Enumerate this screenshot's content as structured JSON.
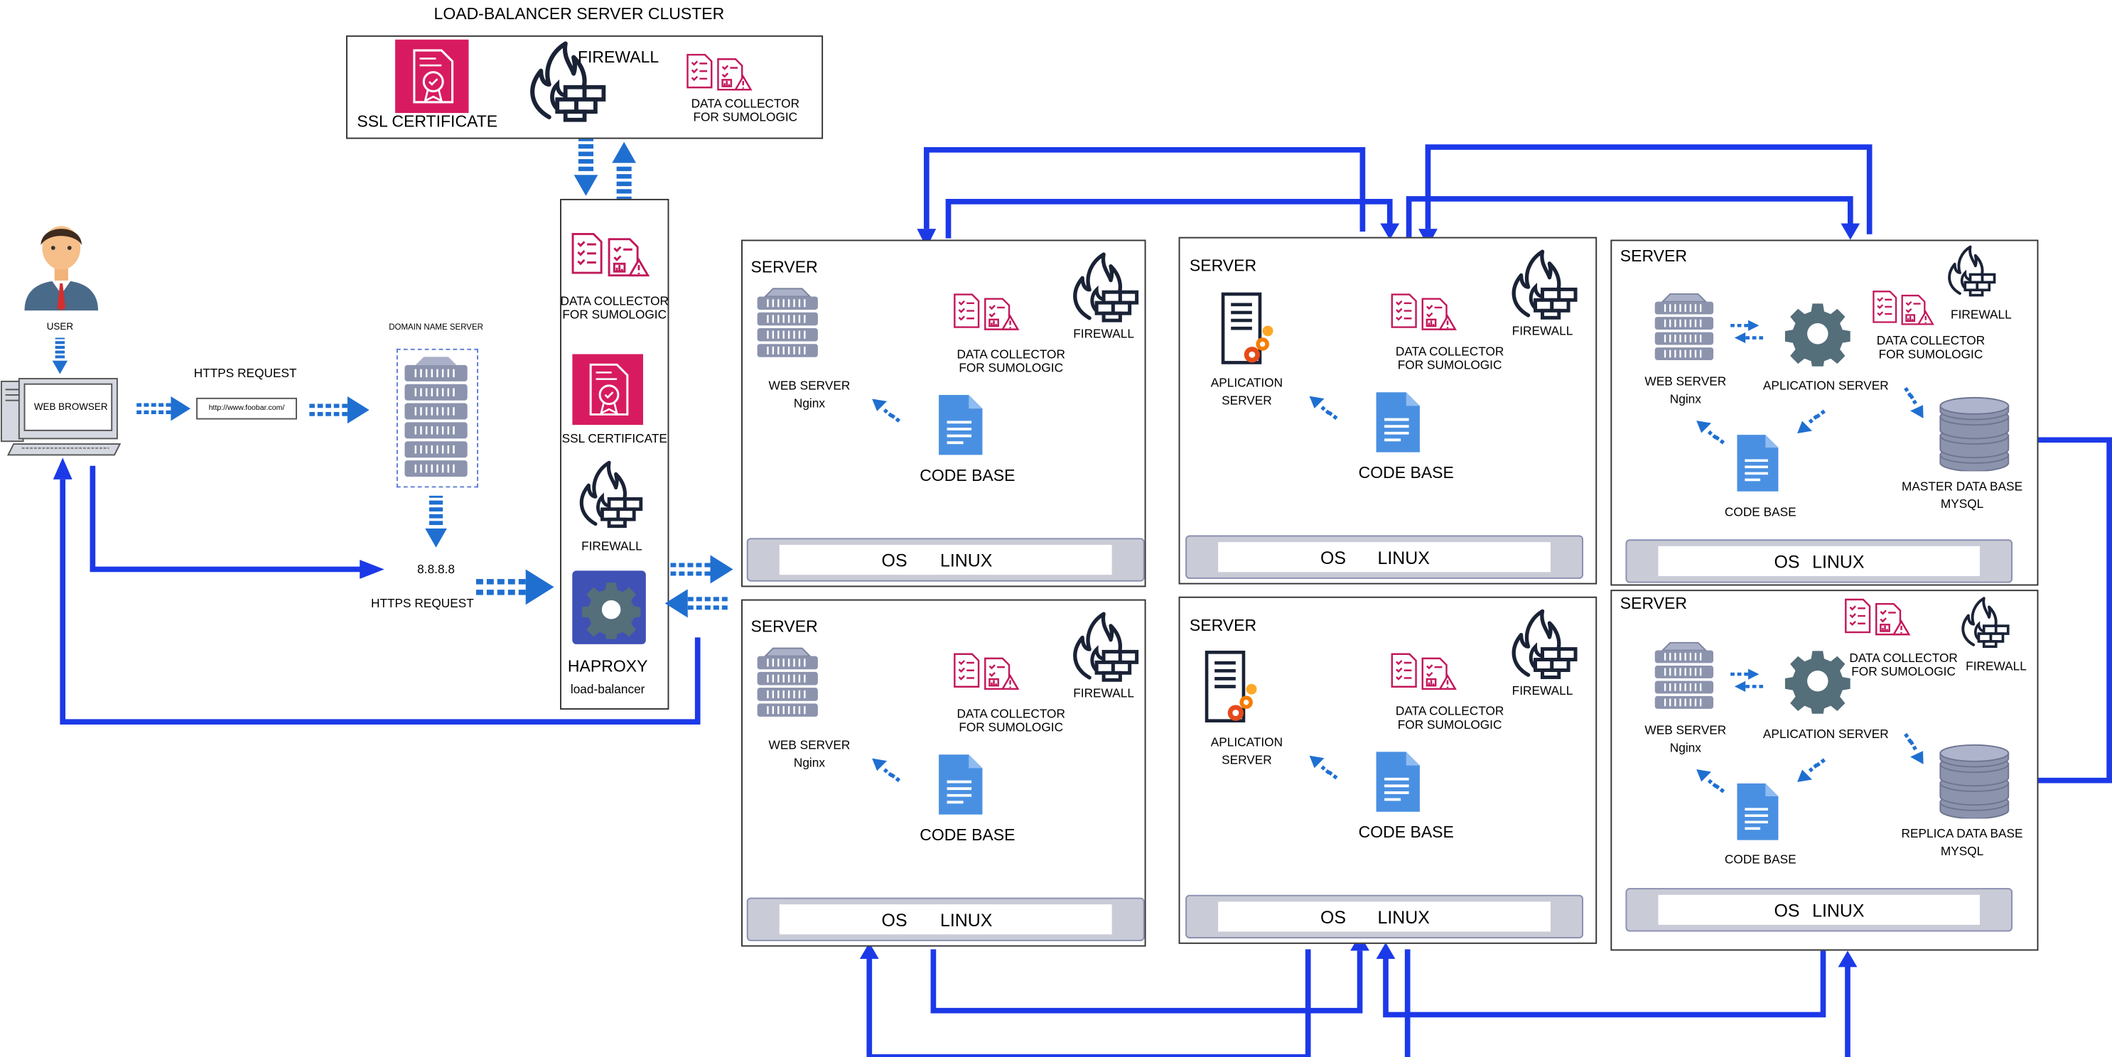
{
  "cluster": {
    "title": "LOAD-BALANCER SERVER CLUSTER",
    "ssl": "SSL CERTIFICATE",
    "firewall": "FIREWALL",
    "collector_1": "DATA COLLECTOR",
    "collector_2": "FOR SUMOLOGIC"
  },
  "client": {
    "user": "USER",
    "browser": "WEB BROWSER",
    "https_request_top": "HTTPS REQUEST",
    "url": "http://www.foobar.com/",
    "dns": "DOMAIN NAME SERVER",
    "ip": "8.8.8.8",
    "https_request_bottom": "HTTPS REQUEST"
  },
  "lb": {
    "collector_1": "DATA COLLECTOR",
    "collector_2": "FOR SUMOLOGIC",
    "ssl": "SSL CERTIFICATE",
    "firewall": "FIREWALL",
    "haproxy": "HAPROXY",
    "haproxy_sub": "load-balancer"
  },
  "web_servers": [
    {
      "title": "SERVER",
      "server_1": "WEB SERVER",
      "server_2": "Nginx",
      "collector_1": "DATA COLLECTOR",
      "collector_2": "FOR SUMOLOGIC",
      "firewall": "FIREWALL",
      "code_base": "CODE BASE",
      "os": "OS",
      "linux": "LINUX"
    },
    {
      "title": "SERVER",
      "server_1": "WEB SERVER",
      "server_2": "Nginx",
      "collector_1": "DATA COLLECTOR",
      "collector_2": "FOR SUMOLOGIC",
      "firewall": "FIREWALL",
      "code_base": "CODE BASE",
      "os": "OS",
      "linux": "LINUX"
    }
  ],
  "app_servers": [
    {
      "title": "SERVER",
      "server_1": "APLICATION",
      "server_2": "SERVER",
      "collector_1": "DATA COLLECTOR",
      "collector_2": "FOR SUMOLOGIC",
      "firewall": "FIREWALL",
      "code_base": "CODE BASE",
      "os": "OS",
      "linux": "LINUX"
    },
    {
      "title": "SERVER",
      "server_1": "APLICATION",
      "server_2": "SERVER",
      "collector_1": "DATA COLLECTOR",
      "collector_2": "FOR SUMOLOGIC",
      "firewall": "FIREWALL",
      "code_base": "CODE BASE",
      "os": "OS",
      "linux": "LINUX"
    }
  ],
  "db_servers": [
    {
      "title": "SERVER",
      "web_1": "WEB SERVER",
      "web_2": "Nginx",
      "app": "APLICATION SERVER",
      "collector_1": "DATA COLLECTOR",
      "collector_2": "FOR SUMOLOGIC",
      "firewall": "FIREWALL",
      "code_base": "CODE BASE",
      "db_1": "MASTER DATA BASE",
      "db_2": "MYSQL",
      "os": "OS",
      "linux": "LINUX"
    },
    {
      "title": "SERVER",
      "web_1": "WEB SERVER",
      "web_2": "Nginx",
      "app": "APLICATION SERVER",
      "collector_1": "DATA COLLECTOR",
      "collector_2": "FOR SUMOLOGIC",
      "firewall": "FIREWALL",
      "code_base": "CODE BASE",
      "db_1": "REPLICA DATA BASE",
      "db_2": "MYSQL",
      "os": "OS",
      "linux": "LINUX"
    }
  ],
  "colors": {
    "flow": "#1c39e8",
    "arrow": "#1f6fd1",
    "sumologic": "#c2185b",
    "ssl_bg": "#d81b60",
    "haproxy_bg": "#3f51b5",
    "server_rack": "#8c93ad",
    "doc": "#4a90e2",
    "gear": "#546e7a",
    "orange": "#f57c00"
  }
}
